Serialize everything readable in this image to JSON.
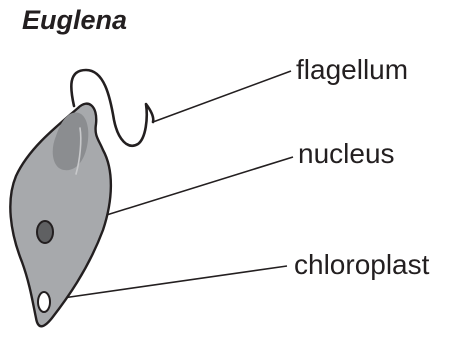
{
  "diagram": {
    "title": "Euglena",
    "labels": {
      "flagellum": "flagellum",
      "nucleus": "nucleus",
      "chloroplast": "chloroplast"
    },
    "colors": {
      "cell_fill": "#a7a9ac",
      "reservoir_fill": "#8b8d90",
      "nucleus_fill": "#5f6062",
      "chloroplast_fill": "#ffffff",
      "outline": "#231f20",
      "text": "#231f20"
    }
  }
}
